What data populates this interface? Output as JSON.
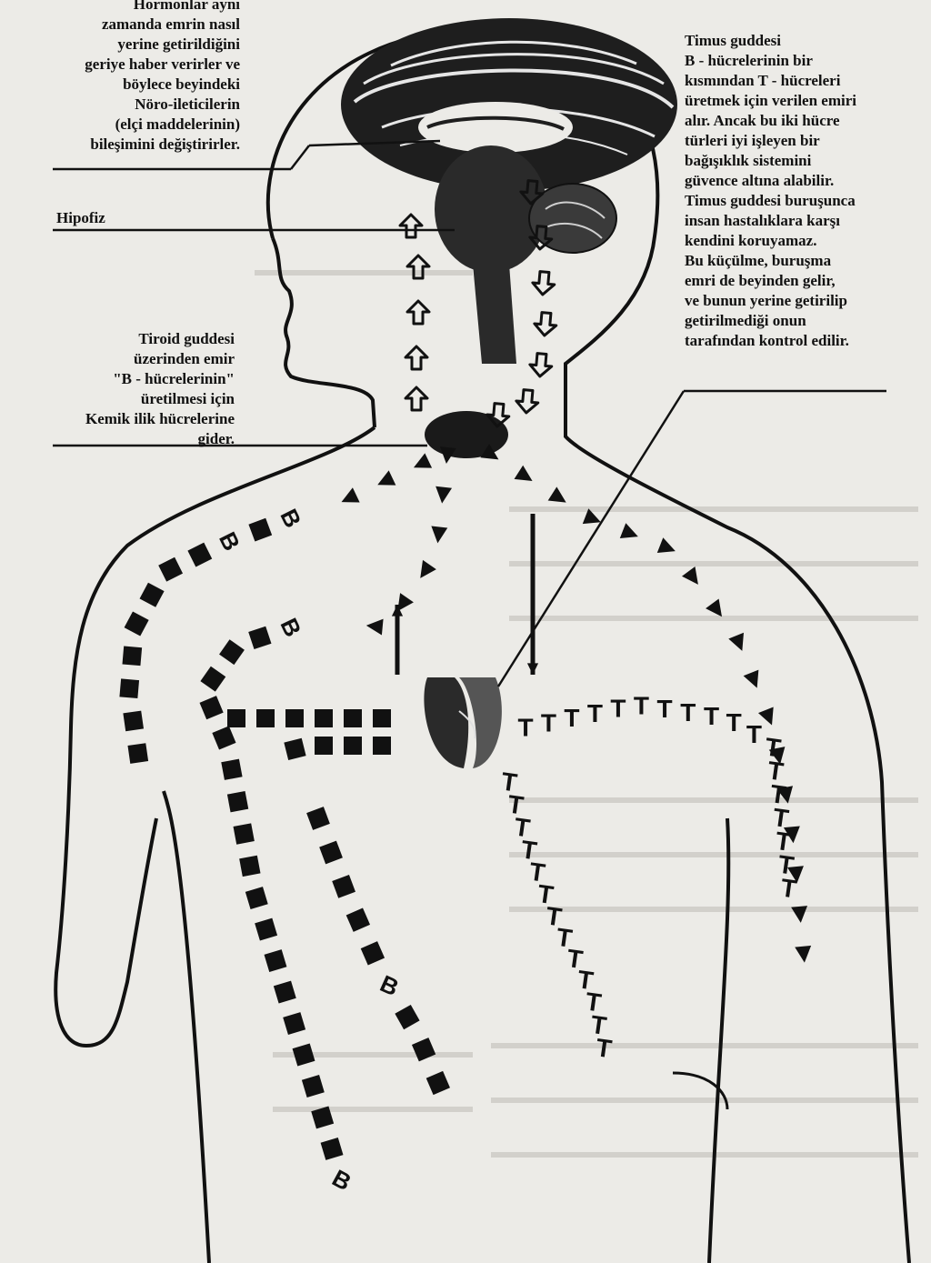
{
  "annotations": {
    "hormones": {
      "lines": [
        "Hormonlar aynı",
        "zamanda emrin nasıl",
        "yerine getirildiğini",
        "geriye haber verirler ve",
        "böylece beyindeki",
        "Nöro-iletici­lerin",
        "(elçi maddelerinin)",
        "bileşimini değiştirirler."
      ]
    },
    "hypophysis": {
      "label": "Hipofiz"
    },
    "thyroid": {
      "lines": [
        "Tiroid guddesi",
        "üzerinden emir",
        "\"B - hücrelerinin\"",
        "üretilmesi için",
        "Kemik ilik hücrelerine",
        "gider."
      ]
    },
    "thymus": {
      "lines": [
        "Timus guddesi",
        "B - hücrelerinin bir",
        "kısmından T - hücreleri",
        "üretmek için verilen emiri",
        "alır. Ancak bu iki hücre",
        "türleri iyi işleyen bir",
        "bağışıklık sistemini",
        "güvence altına alabilir.",
        "Timus guddesi buruşunca",
        "insan hastalıklara karşı",
        "kendini koruyamaz.",
        "Bu küçülme, buruşma",
        "emri de beyinden gelir,",
        "ve bunun yerine getirilip",
        "getirilmediği onun",
        "tarafından kontrol edilir."
      ]
    }
  },
  "cell_labels": {
    "b_cell": "B",
    "t_cell": "T"
  },
  "colors": {
    "ink": "#111111",
    "paper": "#ecebe7",
    "organ": "#262626"
  }
}
